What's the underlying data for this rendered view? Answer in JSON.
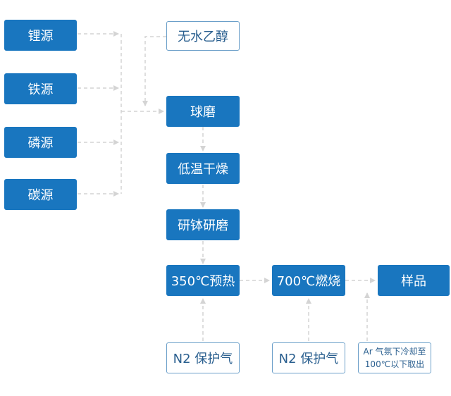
{
  "sources": {
    "li": "锂源",
    "fe": "铁源",
    "p": "磷源",
    "c": "碳源"
  },
  "ethanol": "无水乙醇",
  "steps": {
    "ball_mill": "球磨",
    "low_temp_dry": "低温干燥",
    "mortar_grind": "研钵研磨",
    "preheat": "350℃预热",
    "burn": "700℃燃烧",
    "sample": "样品"
  },
  "gas": {
    "n2_a": "N2 保护气",
    "n2_b": "N2 保护气"
  },
  "cooling": {
    "line1": "Ar 气氛下冷却至",
    "line2": "100℃以下取出"
  },
  "colors": {
    "box_fill": "#1976bf",
    "outline_border": "#6b9fc9",
    "arrow": "#d4d4d4"
  }
}
